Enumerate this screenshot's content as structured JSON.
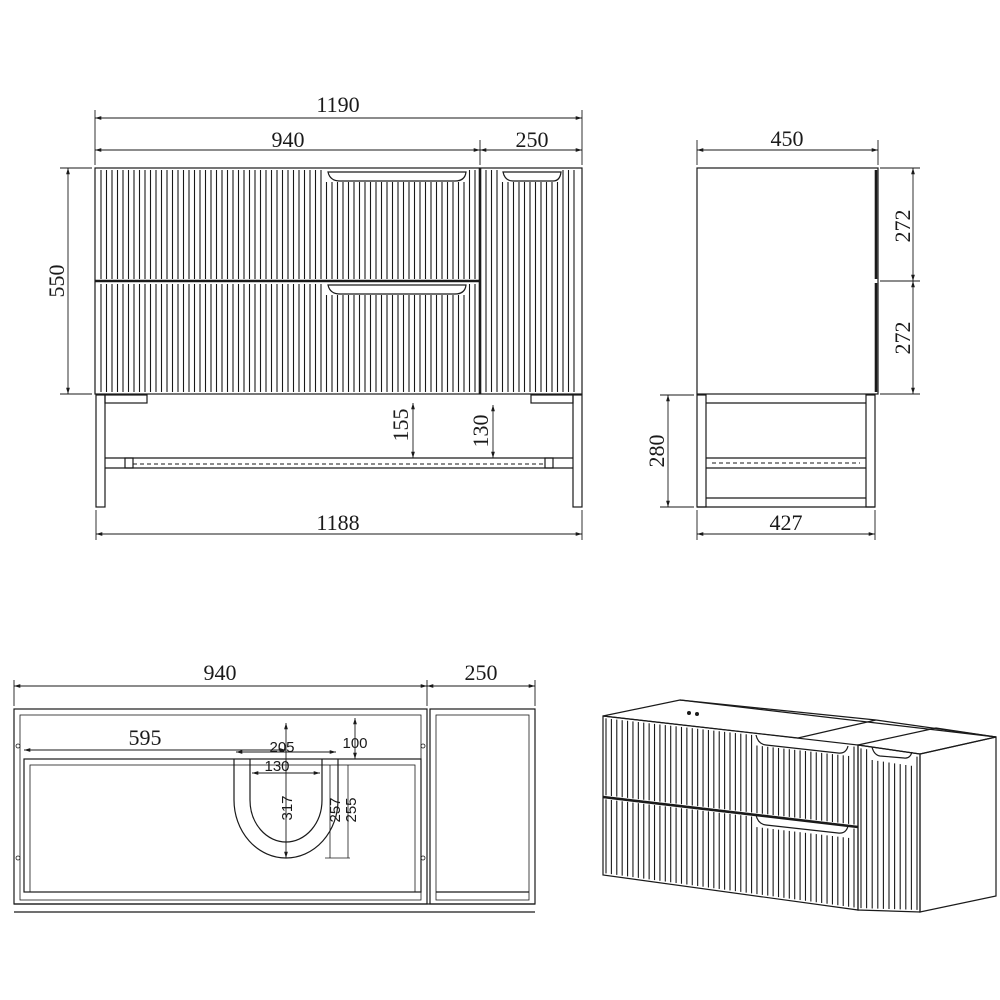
{
  "front_view": {
    "overall_width": "1190",
    "drawer_width": "940",
    "side_unit_width": "250",
    "cabinet_height": "550",
    "leg_span": "1188",
    "shelf_clearance": "155",
    "shelf_gap": "130"
  },
  "side_view": {
    "depth": "450",
    "upper_drawer_height": "272",
    "lower_drawer_height": "272",
    "frame_height": "280",
    "frame_depth": "427"
  },
  "top_view": {
    "drawer_width": "940",
    "side_unit_width": "250",
    "cutout_offset": "595",
    "cutout_width": "205",
    "cutout_inner_width": "130",
    "back_gap": "100",
    "cutout_depth": "317",
    "depth_a": "257",
    "depth_b": "255"
  }
}
